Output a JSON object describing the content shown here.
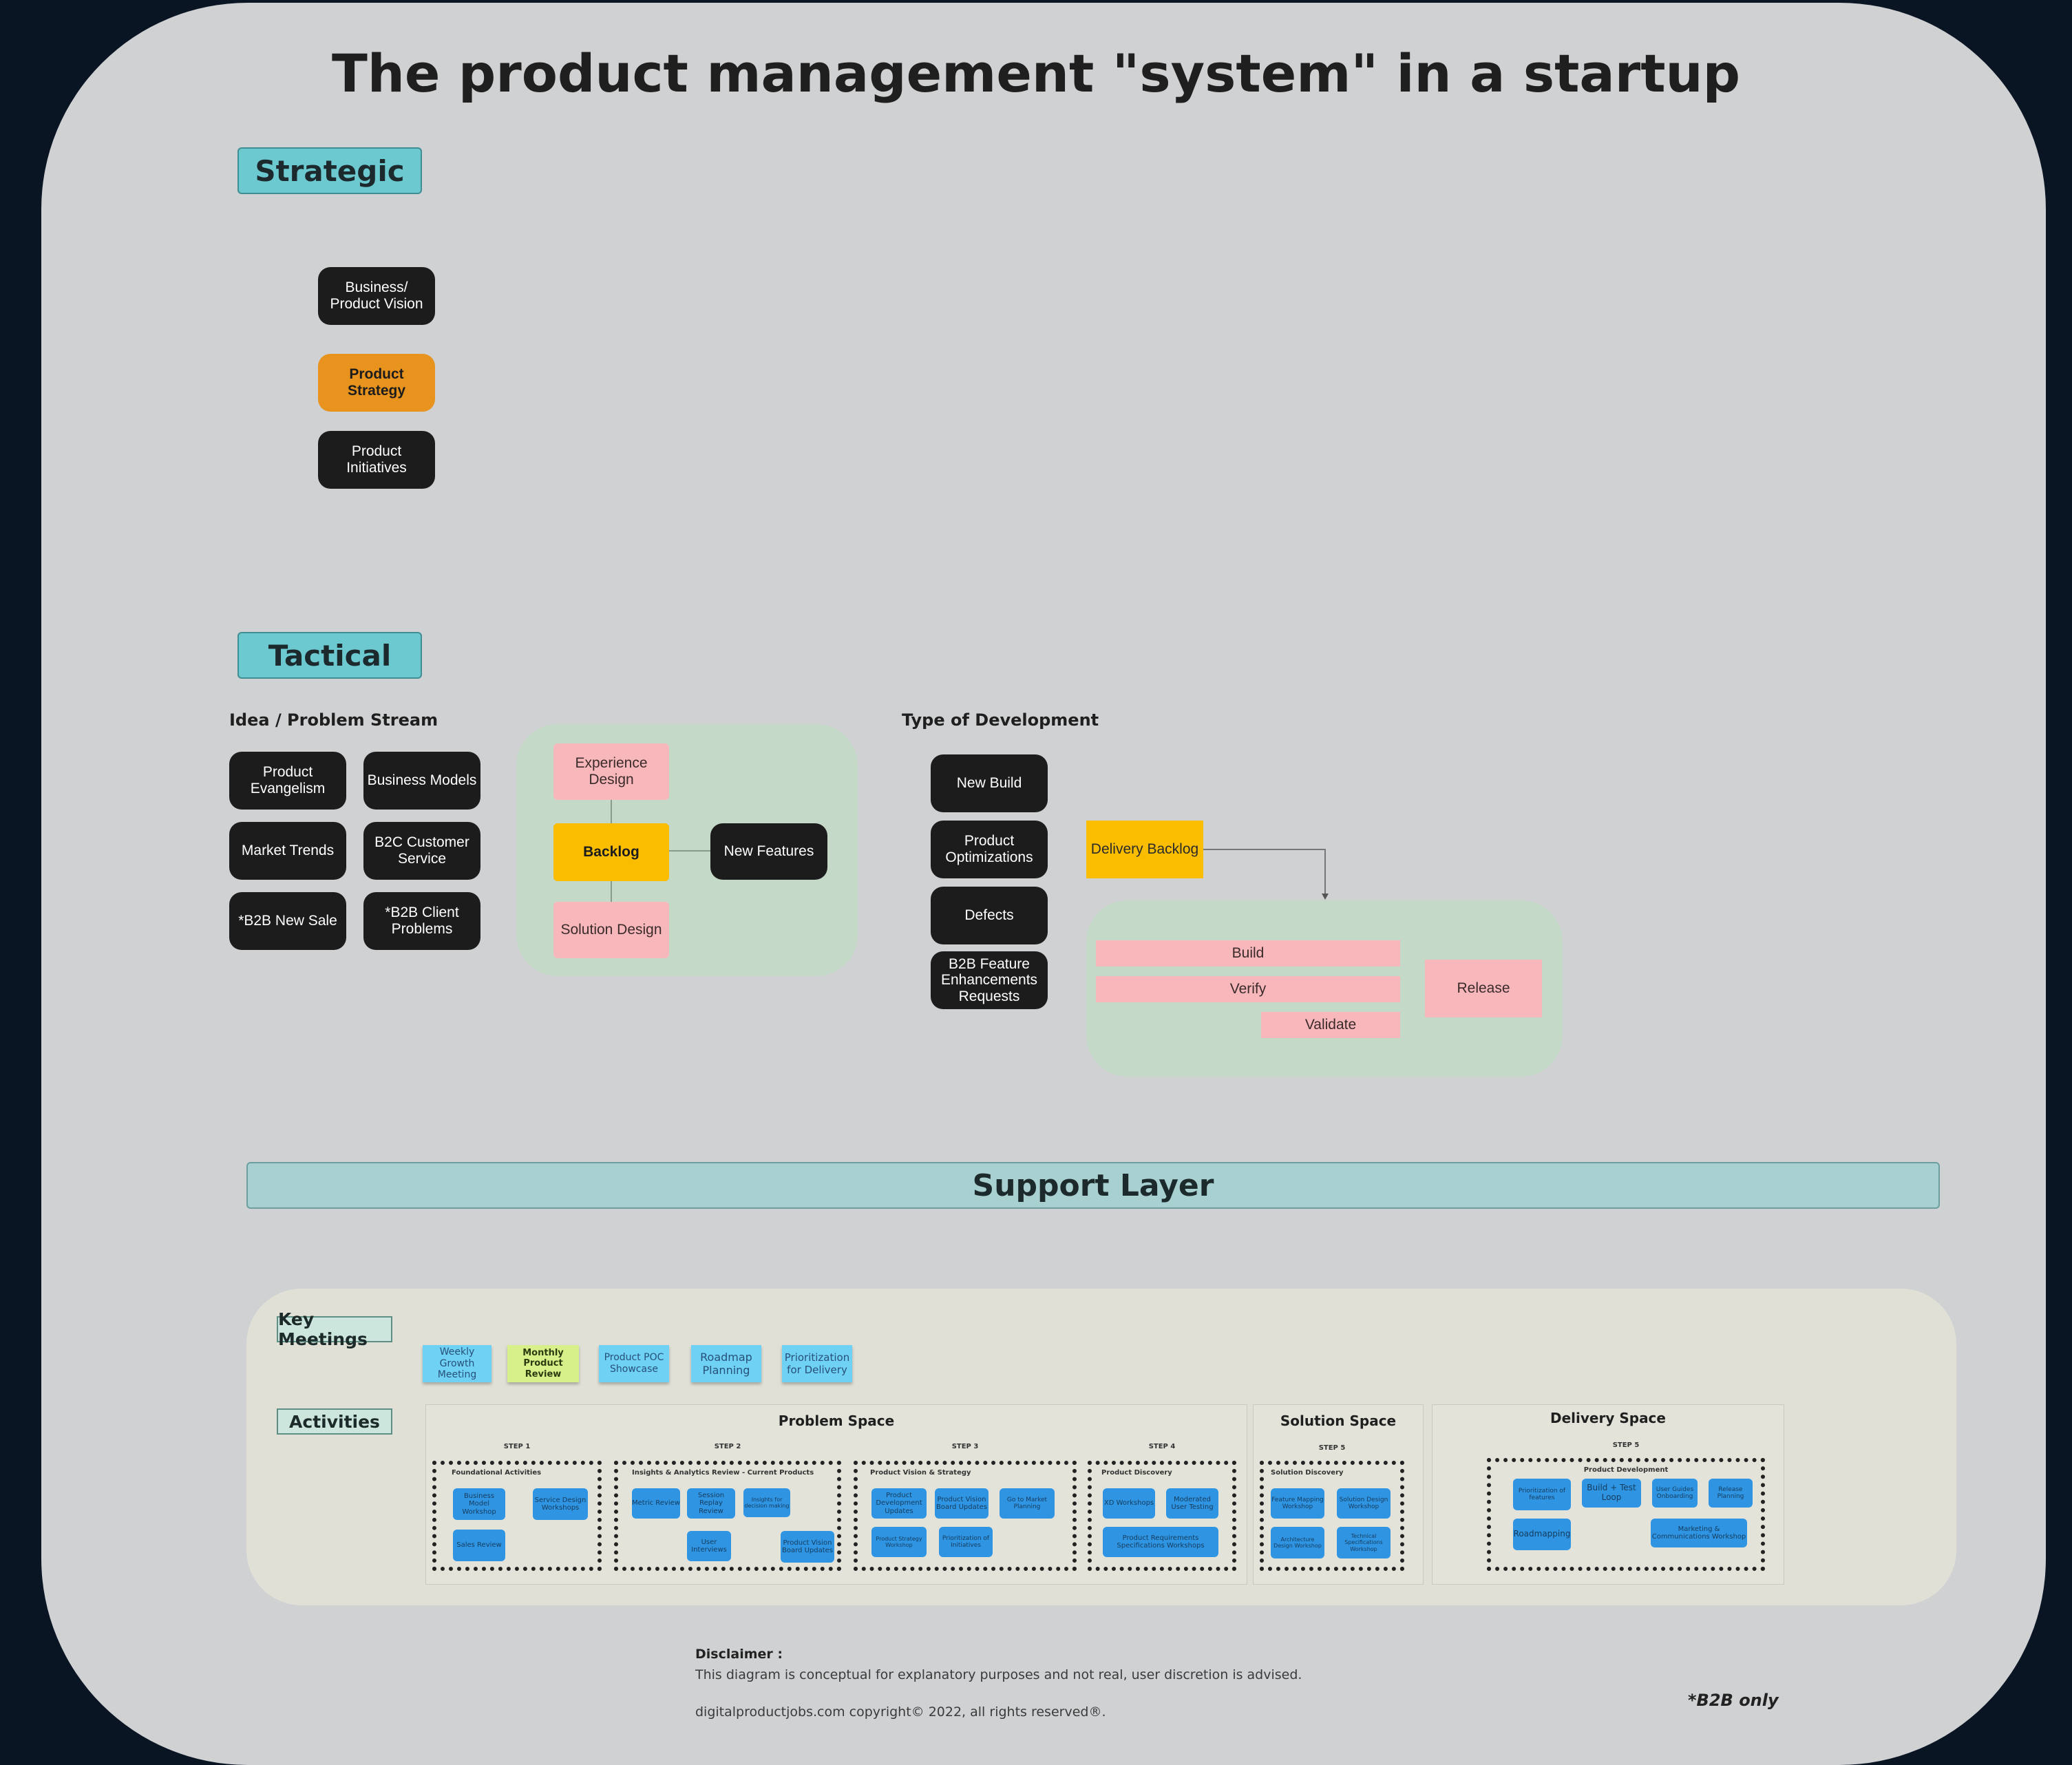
{
  "title": "The product management \"system\" in a startup",
  "sections": {
    "strategic": "Strategic",
    "tactical": "Tactical",
    "support": "Support Layer"
  },
  "strategic": {
    "vision": "Business/ Product Vision",
    "strategy": "Product Strategy",
    "initiatives": "Product Initiatives"
  },
  "idea_stream": {
    "heading": "Idea / Problem Stream",
    "items": [
      "Product Evangelism",
      "Business Models",
      "Market Trends",
      "B2C Customer Service",
      "*B2B New Sale",
      "*B2B Client Problems"
    ]
  },
  "backlog_cluster": {
    "experience": "Experience Design",
    "backlog": "Backlog",
    "solution": "Solution Design",
    "new_features": "New Features"
  },
  "development": {
    "heading": "Type of Development",
    "items": [
      "New Build",
      "Product Optimizations",
      "Defects",
      "B2B Feature Enhancements Requests"
    ],
    "delivery_backlog": "Delivery Backlog",
    "build": "Build",
    "verify": "Verify",
    "validate": "Validate",
    "release": "Release"
  },
  "support_layer": {
    "key_meetings_label": "Key Meetings",
    "activities_label": "Activities",
    "meetings": [
      "Weekly Growth Meeting",
      "Monthly Product Review",
      "Product POC Showcase",
      "Roadmap Planning",
      "Prioritization for Delivery"
    ],
    "problem_space": {
      "title": "Problem Space",
      "steps": [
        {
          "step": "STEP 1",
          "title": "Foundational Activities",
          "items": [
            "Business Model Workshop",
            "Service Design Workshops",
            "Sales Review"
          ]
        },
        {
          "step": "STEP 2",
          "title": "Insights & Analytics Review - Current Products",
          "items": [
            "Metric Review",
            "Session Replay Review",
            "Insights for decision making",
            "User Interviews",
            "Product Vision Board Updates"
          ]
        },
        {
          "step": "STEP 3",
          "title": "Product Vision & Strategy",
          "items": [
            "Product Development Updates",
            "Product Vision Board Updates",
            "Go to Market Planning",
            "Product Strategy Workshop",
            "Prioritization of Initiatives"
          ]
        },
        {
          "step": "STEP 4",
          "title": "Product Discovery",
          "items": [
            "XD Workshops",
            "Moderated User Testing",
            "Product Requirements Specifications Workshops"
          ]
        }
      ]
    },
    "solution_space": {
      "title": "Solution Space",
      "step": "STEP 5",
      "box_title": "Solution Discovery",
      "items": [
        "Feature Mapping Workshop",
        "Solution Design Workshop",
        "Architecture Design Workshop",
        "Technical Specifications Workshop"
      ]
    },
    "delivery_space": {
      "title": "Delivery Space",
      "step": "STEP 5",
      "box_title": "Product Development",
      "items": [
        "Prioritization of features",
        "Build + Test Loop",
        "User Guides Onboarding",
        "Release Planning",
        "Roadmapping",
        "Marketing & Communications Workshop"
      ]
    }
  },
  "footer": {
    "disclaimer_heading": "Disclaimer :",
    "disclaimer_text": "This diagram is conceptual for explanatory purposes and not real, user discretion is advised.",
    "copyright": "digitalproductjobs.com copyright© 2022, all rights reserved®.",
    "b2b_note": "*B2B only"
  },
  "colors": {
    "background": "#091523",
    "board": "#cfd1d3",
    "section_tag": "#6cc9d0",
    "dark_node": "#1c1c1c",
    "orange_node": "#e8931e",
    "pink_node": "#f8b8bb",
    "backlog_yellow": "#fbbd00",
    "green_panel": "#c4d9c8",
    "support_bar": "#a8d0d0",
    "sticky_blue": "#6fd1f3",
    "sticky_green": "#d7f08a",
    "activity_blue": "#2f95e3"
  }
}
